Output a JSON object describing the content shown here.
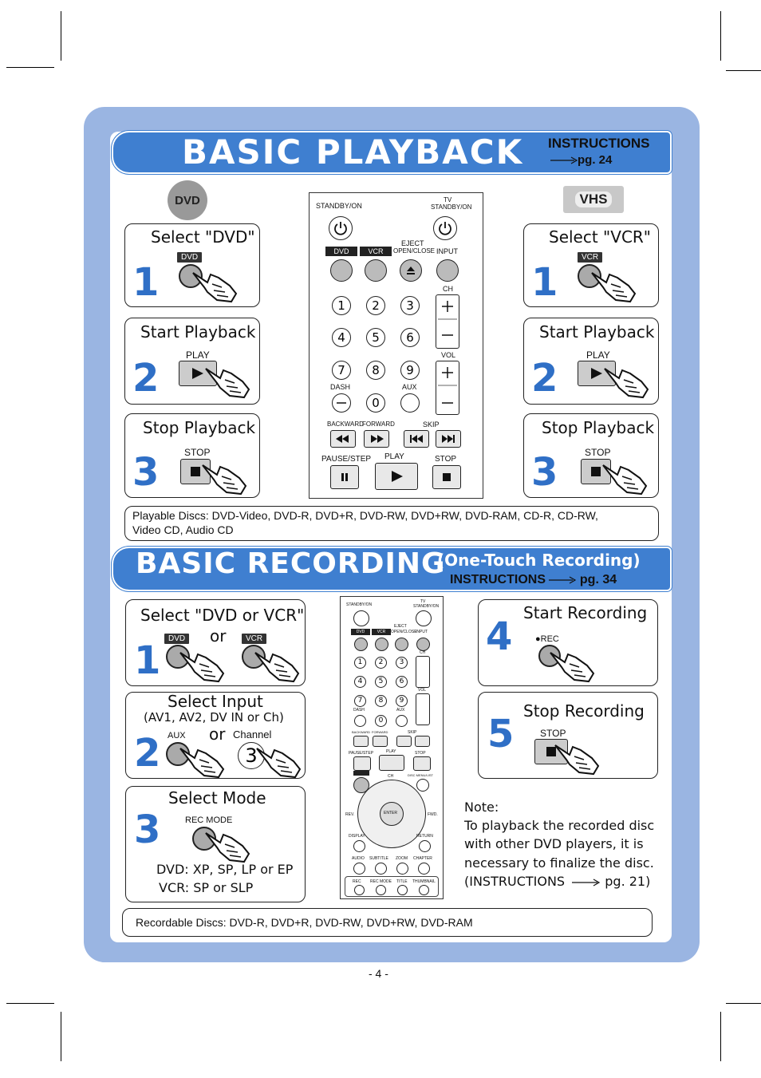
{
  "playback": {
    "title": "BASIC PLAYBACK",
    "instructions": "INSTRUCTIONS",
    "page_ref": "pg. 24",
    "dvd_logo": "DVD",
    "vhs_logo": "VHS",
    "dvd_steps": [
      {
        "num": "1",
        "title": "Select \"DVD\"",
        "button": "DVD"
      },
      {
        "num": "2",
        "title": "Start Playback",
        "button": "PLAY"
      },
      {
        "num": "3",
        "title": "Stop Playback",
        "button": "STOP"
      }
    ],
    "vcr_steps": [
      {
        "num": "1",
        "title": "Select \"VCR\"",
        "button": "VCR"
      },
      {
        "num": "2",
        "title": "Start Playback",
        "button": "PLAY"
      },
      {
        "num": "3",
        "title": "Stop Playback",
        "button": "STOP"
      }
    ],
    "playable_discs": "Playable Discs: DVD-Video, DVD-R, DVD+R, DVD-RW, DVD+RW, DVD-RAM, CD-R, CD-RW,",
    "playable_discs2": "Video CD, Audio CD"
  },
  "remote": {
    "standby": "STANDBY/ON",
    "tv": "TV",
    "tv_standby": "STANDBY/ON",
    "dvd": "DVD",
    "vcr": "VCR",
    "eject": "EJECT",
    "open_close": "OPEN/CLOSE",
    "input": "INPUT",
    "ch": "CH",
    "vol": "VOL",
    "digits": [
      "1",
      "2",
      "3",
      "4",
      "5",
      "6",
      "7",
      "8",
      "9"
    ],
    "dash": "DASH",
    "zero": "0",
    "aux": "AUX",
    "backward": "BACKWARD",
    "forward": "FORWARD",
    "skip": "SKIP",
    "pause_step": "PAUSE/STEP",
    "play": "PLAY",
    "stop": "STOP",
    "small_extra": {
      "ch": "CH",
      "disc_menu": "DISC MENU/LIST",
      "enter": "ENTER",
      "rev": "REV.",
      "fwd": "FWD.",
      "display": "DISPLAY",
      "return": "RETURN",
      "audio": "AUDIO",
      "subtitle": "SUBTITLE",
      "zoom": "ZOOM",
      "chapter": "CHAPTER",
      "rec": "REC",
      "rec_mode": "REC MODE",
      "title": "TITLE",
      "thumbnail": "THUMBNAIL"
    }
  },
  "recording": {
    "title": "BASIC RECORDING",
    "subtitle": "(One-Touch Recording)",
    "instructions": "INSTRUCTIONS",
    "page_ref": "pg. 34",
    "step1": {
      "num": "1",
      "title": "Select \"DVD or VCR\"",
      "or": "or",
      "dvd": "DVD",
      "vcr": "VCR"
    },
    "step2": {
      "num": "2",
      "title": "Select Input",
      "detail": "(AV1, AV2, DV IN or Ch)",
      "or": "or",
      "aux": "AUX",
      "channel": "Channel",
      "three": "3"
    },
    "step3": {
      "num": "3",
      "title": "Select Mode",
      "button": "REC MODE",
      "dvd_modes": "DVD: XP, SP, LP or EP",
      "vcr_modes": "VCR: SP or SLP"
    },
    "step4": {
      "num": "4",
      "title": "Start Recording",
      "button": "REC"
    },
    "step5": {
      "num": "5",
      "title": "Stop Recording",
      "button": "STOP"
    },
    "note_lines": [
      "Note:",
      "To playback the recorded disc",
      "with other DVD players,  it is",
      "necessary to finalize the disc."
    ],
    "note_ref_prefix": "(INSTRUCTIONS",
    "note_ref_page": "pg. 21)",
    "recordable_discs": "Recordable Discs: DVD-R, DVD+R, DVD-RW, DVD+RW, DVD-RAM"
  },
  "page_number": "- 4 -"
}
